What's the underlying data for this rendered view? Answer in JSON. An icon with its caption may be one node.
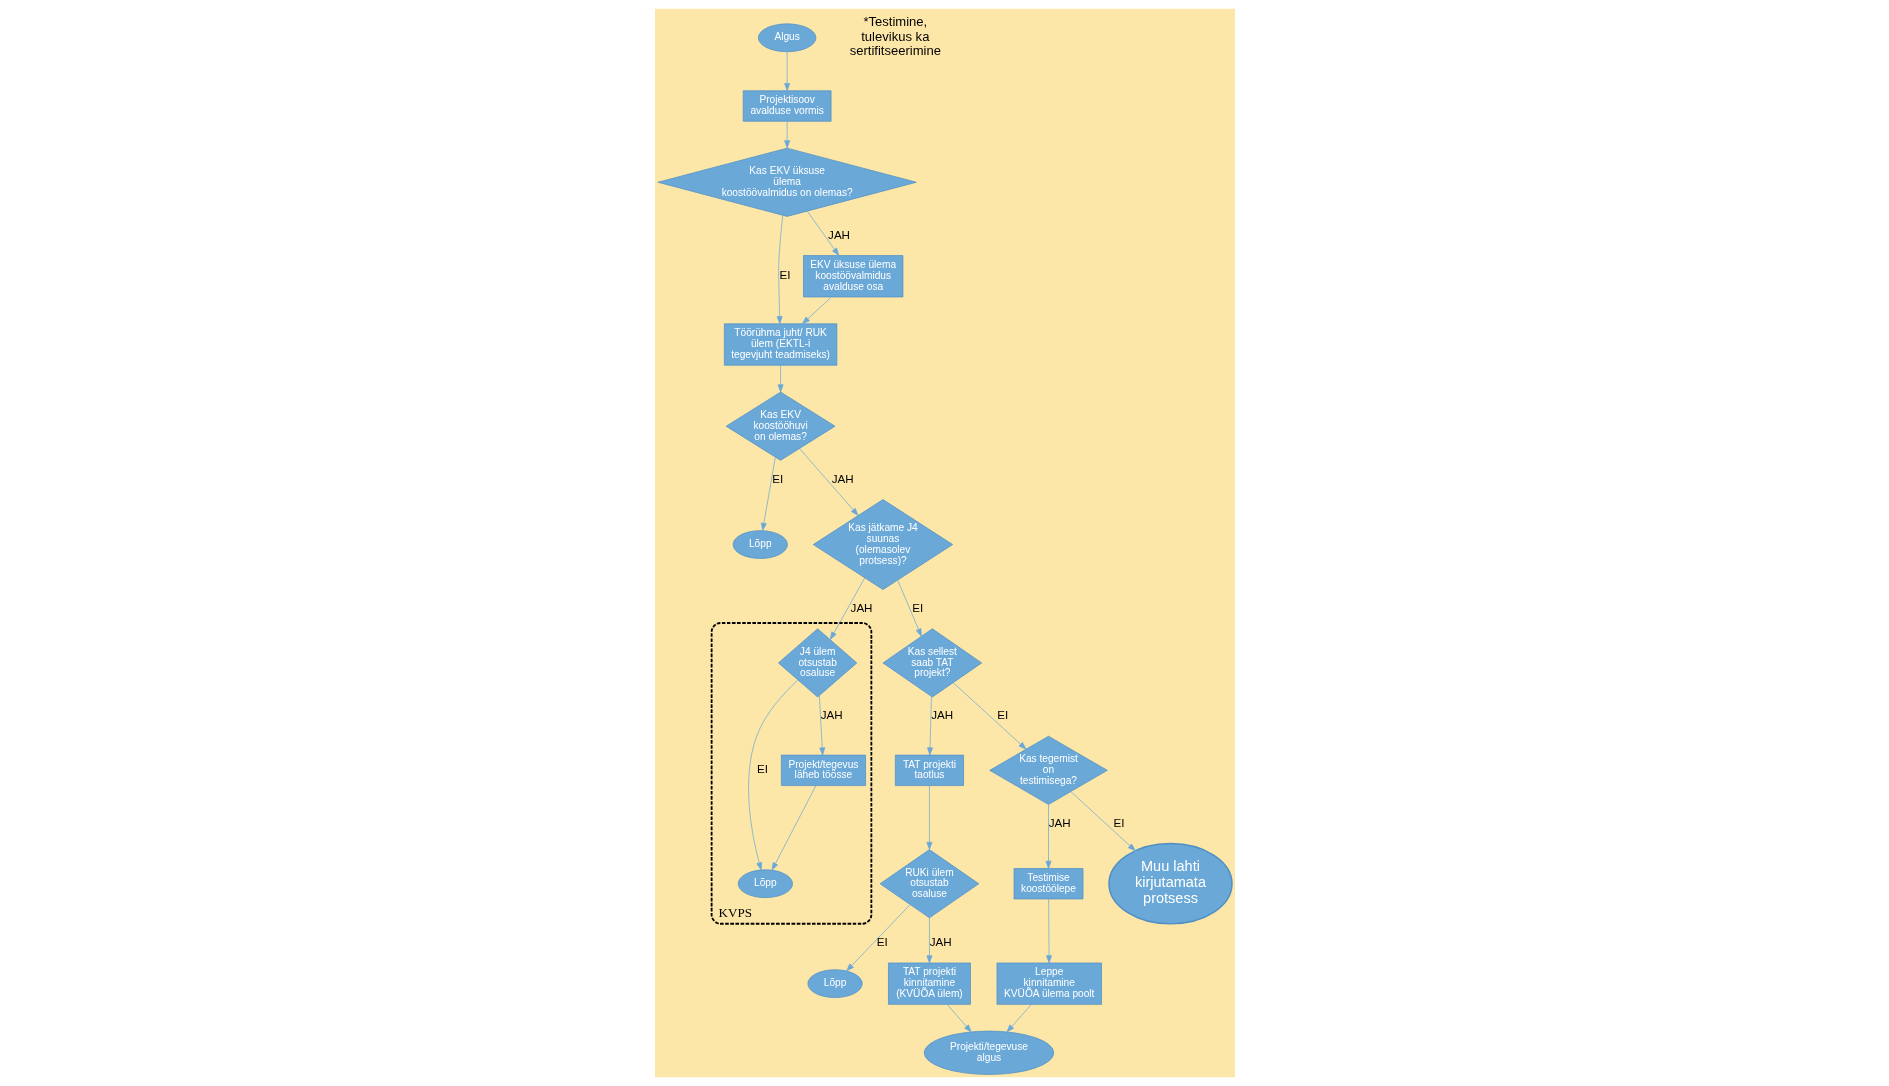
{
  "diagram": {
    "nodes": [
      {
        "text": [
          "Algus"
        ]
      },
      {
        "text": [
          "Projektisoov avalduse vormis"
        ]
      },
      {
        "text": [
          "Kas EKV üksuse ülema koostöövalmidus on olemas?"
        ]
      },
      {
        "text": [
          "Töörühma juht/ RUK ülem (EKTL-i tegevjuht teadmiseks)"
        ]
      },
      {
        "text": [
          "EKV üksuse ülema koostöövalmidus avalduse osa"
        ]
      },
      {
        "text": [
          "Kas EKV koostööhuvi on olemas?"
        ]
      },
      {
        "text": [
          "Lõpp"
        ]
      },
      {
        "text": [
          "Kas jätkame J4 suunas (olemasolev protsess)?"
        ]
      },
      {
        "text": [
          "Kas sellest saab TAT projekt?"
        ]
      },
      {
        "text": [
          "KVPS"
        ]
      },
      {
        "text": [
          "Lõpp"
        ],
        "in": 9
      },
      {
        "text": [
          "Projekt/tegevus läheb töösse"
        ],
        "in": 9
      },
      {
        "text": [
          "J4 ülem otsustab osaluse"
        ],
        "in": 9
      },
      {
        "text": [
          "TAT projekti taotlus"
        ]
      },
      {
        "text": [
          "RUKi ülem otsustab osaluse"
        ]
      },
      {
        "text": [
          "Lõpp"
        ]
      },
      {
        "text": [
          "Kas tegemist on testimisega?"
        ]
      },
      {
        "text": [
          "TAT projekti kinnitamine (KVÜÕA ülem)"
        ]
      },
      {
        "text": [
          "Testimise koostöölepe"
        ]
      },
      {
        "text": [
          "Leppe kinnitamine KVÜÕA ülema poolt"
        ]
      },
      {
        "text": [
          "Muu lahti kirjutamata protsess"
        ]
      },
      {
        "text": [
          "Projekti/tegevuse algus"
        ]
      }
    ],
    "edges": [
      {
        "from": 0,
        "to": 1,
        "arrow": "to"
      },
      {
        "from": 1,
        "to": 2,
        "arrow": "to"
      },
      {
        "from": 2,
        "to": 3,
        "arrow": "to",
        "label": "EI"
      },
      {
        "from": 2,
        "to": 4,
        "arrow": "to",
        "label": "JAH"
      },
      {
        "from": 4,
        "to": 3,
        "arrow": "to"
      },
      {
        "from": 3,
        "to": 5,
        "arrow": "to"
      },
      {
        "from": 5,
        "to": 6,
        "arrow": "to",
        "label": "EI"
      },
      {
        "from": 5,
        "to": 7,
        "arrow": "to",
        "label": "JAH"
      },
      {
        "from": 7,
        "to": 8,
        "arrow": "to",
        "label": "EI"
      },
      {
        "from": 7,
        "to": 12,
        "arrow": "to",
        "label": "JAH"
      },
      {
        "from": 12,
        "to": 10,
        "arrow": "to",
        "label": "EI"
      },
      {
        "from": 12,
        "to": 11,
        "arrow": "to",
        "label": "JAH"
      },
      {
        "from": 11,
        "to": 10,
        "arrow": "to"
      },
      {
        "from": 8,
        "to": 13,
        "arrow": "to",
        "label": "JAH"
      },
      {
        "from": 8,
        "to": 16,
        "arrow": "to",
        "label": "EI"
      },
      {
        "from": 13,
        "to": 14,
        "arrow": "to"
      },
      {
        "from": 14,
        "to": 15,
        "arrow": "to",
        "label": "EI"
      },
      {
        "from": 14,
        "to": 17,
        "arrow": "to",
        "label": "JAH"
      },
      {
        "from": 16,
        "to": 18,
        "arrow": "to",
        "label": "JAH"
      },
      {
        "from": 16,
        "to": 20,
        "arrow": "to",
        "label": "EI"
      },
      {
        "from": 18,
        "to": 19,
        "arrow": "to"
      },
      {
        "from": 19,
        "to": 21,
        "arrow": "to"
      },
      {
        "from": 17,
        "to": 21,
        "arrow": "to"
      }
    ],
    "labels": [
      "*Testimine, tulevikus ka sertifitseerimine"
    ]
  }
}
